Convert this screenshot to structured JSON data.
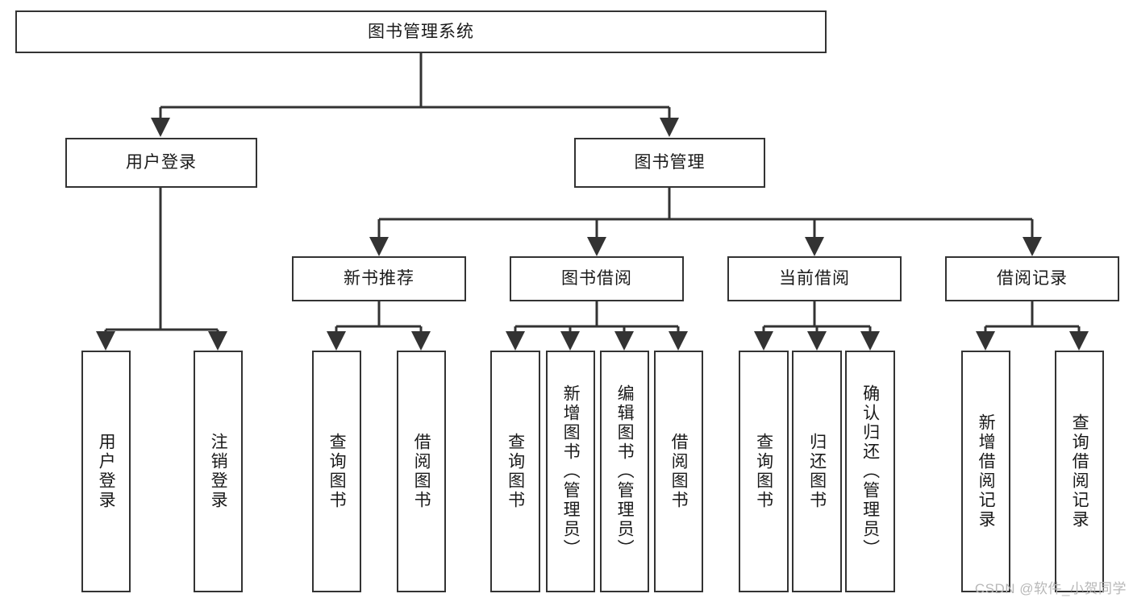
{
  "diagram": {
    "type": "tree",
    "title": "图书管理系统",
    "orientation": "top-down",
    "colors": {
      "background": "#ffffff",
      "node_border": "#333333",
      "node_fill": "#ffffff",
      "edge": "#333333",
      "text": "#1a1a1a",
      "watermark": "#b8b8b8"
    },
    "levels": 4
  },
  "watermark": {
    "text": "CSDN @软件_小贺同学"
  },
  "nodes": {
    "root": {
      "label": "图书管理系统",
      "level": 1
    },
    "l2": [
      {
        "label": "用户登录",
        "level": 2
      },
      {
        "label": "图书管理",
        "level": 2
      }
    ],
    "l3": [
      {
        "label": "新书推荐",
        "level": 3
      },
      {
        "label": "图书借阅",
        "level": 3
      },
      {
        "label": "当前借阅",
        "level": 3
      },
      {
        "label": "借阅记录",
        "level": 3
      }
    ],
    "leaves_login": [
      {
        "label": "用户登录",
        "level": 3
      },
      {
        "label": "注销登录",
        "level": 3
      }
    ],
    "leaves_newbook": [
      {
        "label": "查询图书",
        "level": 4
      },
      {
        "label": "借阅图书",
        "level": 4
      }
    ],
    "leaves_borrow": [
      {
        "label": "查询图书",
        "level": 4
      },
      {
        "label": "新增图书（管理员）",
        "level": 4
      },
      {
        "label": "编辑图书（管理员）",
        "level": 4
      },
      {
        "label": "借阅图书",
        "level": 4
      }
    ],
    "leaves_current": [
      {
        "label": "查询图书",
        "level": 4
      },
      {
        "label": "归还图书",
        "level": 4
      },
      {
        "label": "确认归还（管理员）",
        "level": 4
      }
    ],
    "leaves_record": [
      {
        "label": "新增借阅记录",
        "level": 4
      },
      {
        "label": "查询借阅记录",
        "level": 4
      }
    ]
  }
}
